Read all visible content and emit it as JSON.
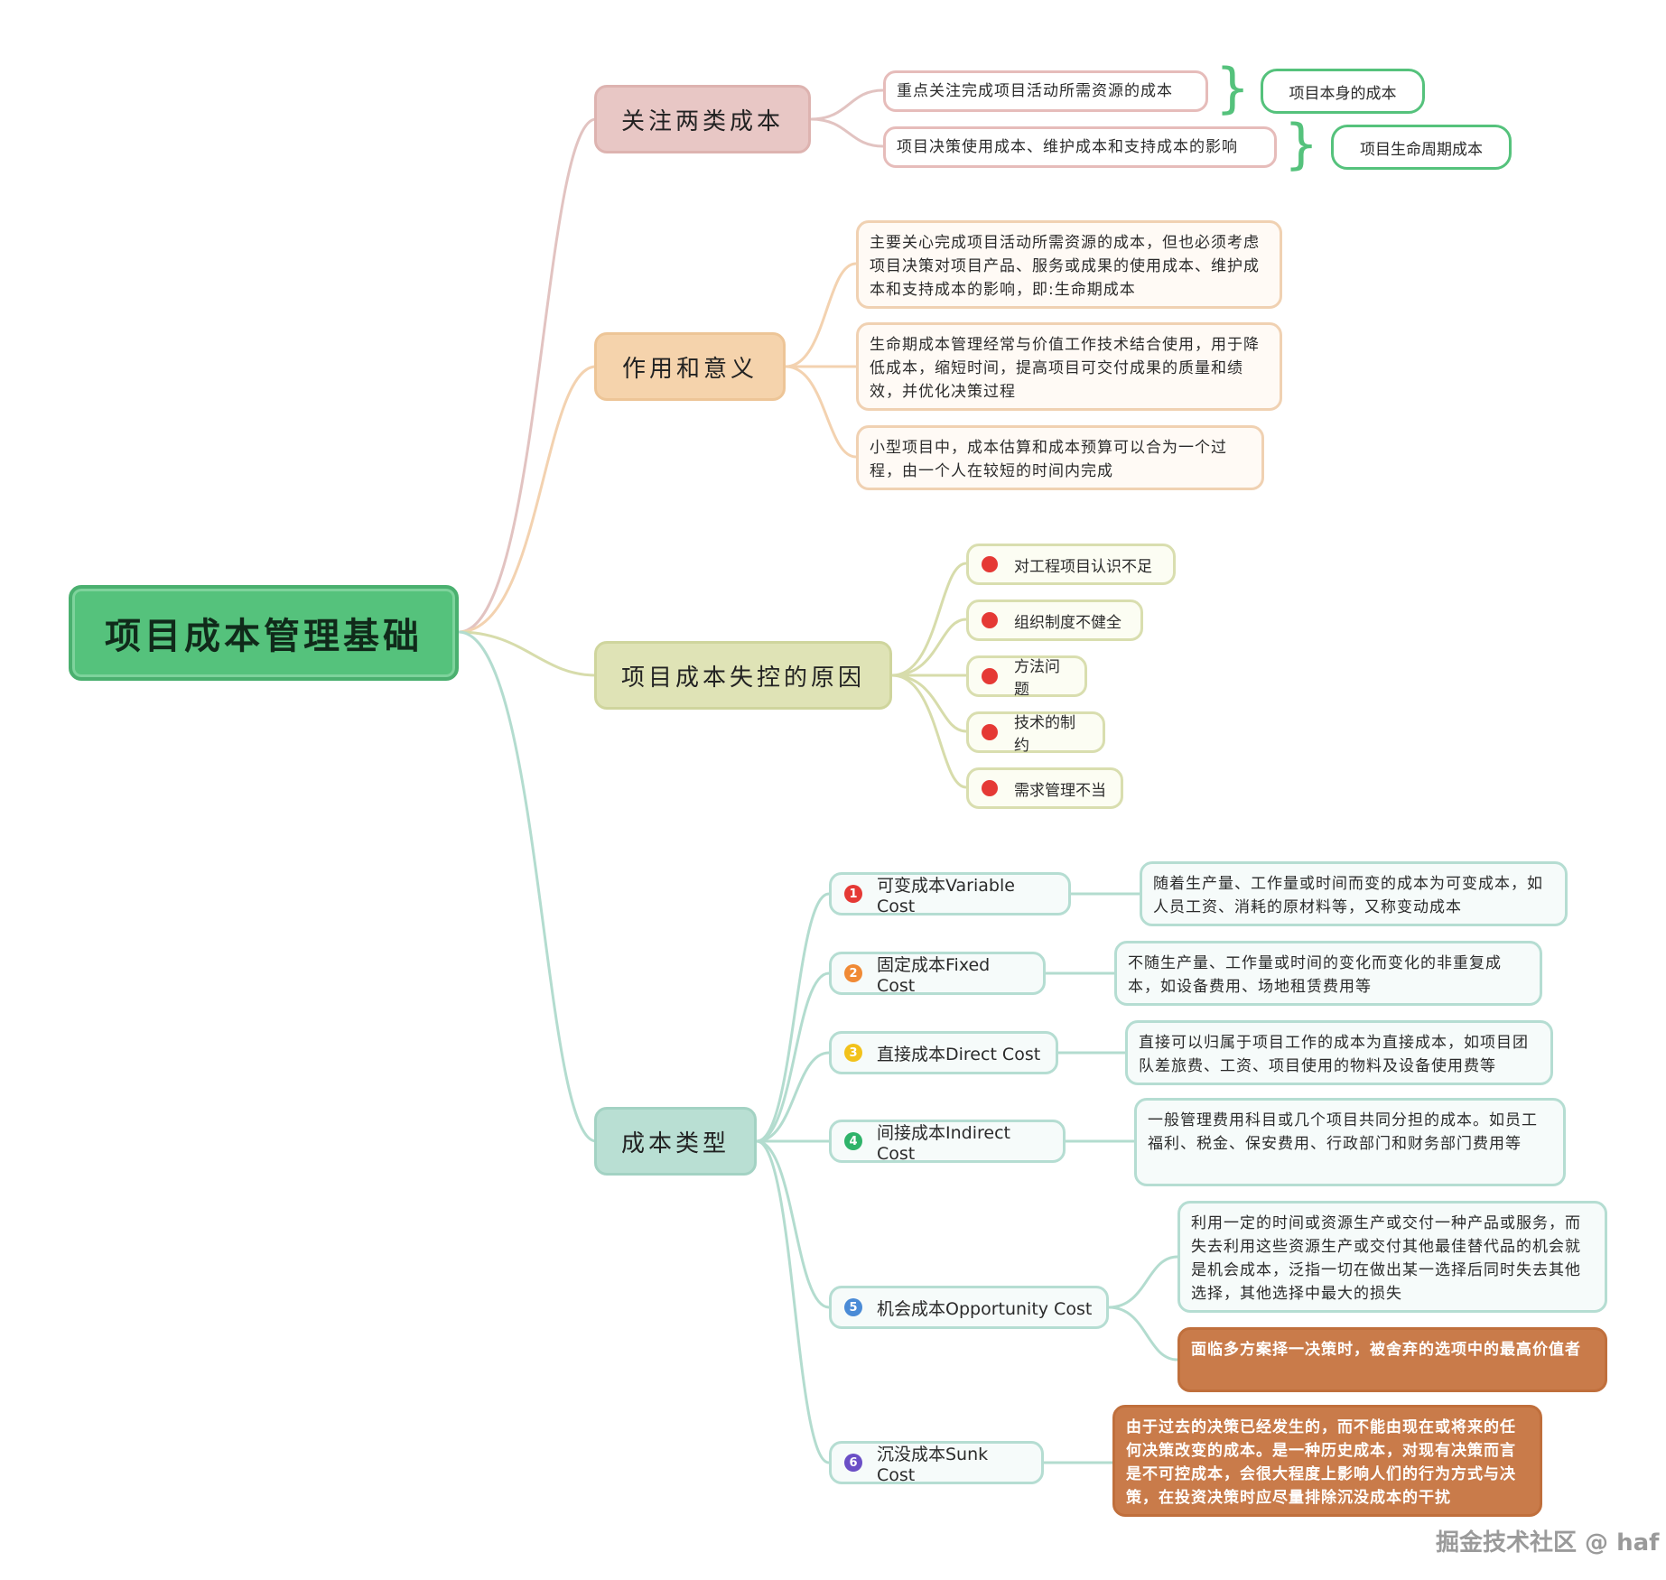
{
  "root": "项目成本管理基础",
  "branches": {
    "focus": {
      "title": "关注两类成本",
      "items": [
        {
          "text": "重点关注完成项目活动所需资源的成本",
          "tag": "项目本身的成本"
        },
        {
          "text": "项目决策使用成本、维护成本和支持成本的影响",
          "tag": "项目生命周期成本"
        }
      ]
    },
    "role": {
      "title": "作用和意义",
      "items": [
        "主要关心完成项目活动所需资源的成本，但也必须考虑项目决策对项目产品、服务或成果的使用成本、维护成本和支持成本的影响，即:生命期成本",
        "生命期成本管理经常与价值工作技术结合使用，用于降低成本，缩短时间，提高项目可交付成果的质量和绩效，并优化决策过程",
        "小型项目中，成本估算和成本预算可以合为一个过程，由一个人在较短的时间内完成"
      ]
    },
    "causes": {
      "title": "项目成本失控的原因",
      "items": [
        "对工程项目认识不足",
        "组织制度不健全",
        "方法问题",
        "技术的制约",
        "需求管理不当"
      ]
    },
    "types": {
      "title": "成本类型",
      "items": [
        {
          "num": "1",
          "label": "可变成本Variable Cost",
          "desc": "随着生产量、工作量或时间而变的成本为可变成本，如人员工资、消耗的原材料等，又称变动成本",
          "color": "#e53935"
        },
        {
          "num": "2",
          "label": "固定成本Fixed Cost",
          "desc": "不随生产量、工作量或时间的变化而变化的非重复成本，如设备费用、场地租赁费用等",
          "color": "#f08a35"
        },
        {
          "num": "3",
          "label": "直接成本Direct Cost",
          "desc": "直接可以归属于项目工作的成本为直接成本，如项目团队差旅费、工资、项目使用的物料及设备使用费等",
          "color": "#f2c21b"
        },
        {
          "num": "4",
          "label": "间接成本Indirect Cost",
          "desc": "一般管理费用科目或几个项目共同分担的成本。如员工福利、税金、保安费用、行政部门和财务部门费用等",
          "color": "#2fb36a"
        },
        {
          "num": "5",
          "label": "机会成本Opportunity Cost",
          "desc": "利用一定的时间或资源生产或交付一种产品或服务，而失去利用这些资源生产或交付其他最佳替代品的机会就是机会成本，泛指一切在做出某一选择后同时失去其他选择，其他选择中最大的损失",
          "extra": "面临多方案择一决策时，被舍弃的选项中的最高价值者",
          "color": "#4a8bd6"
        },
        {
          "num": "6",
          "label": "沉没成本Sunk Cost",
          "desc": "由于过去的决策已经发生的，而不能由现在或将来的任何决策改变的成本。是一种历史成本，对现有决策而言是不可控成本，会很大程度上影响人们的行为方式与决策，在投资决策时应尽量排除沉没成本的干扰",
          "color": "#6b4fc6"
        }
      ]
    }
  },
  "watermark": "掘金技术社区 @ haf"
}
